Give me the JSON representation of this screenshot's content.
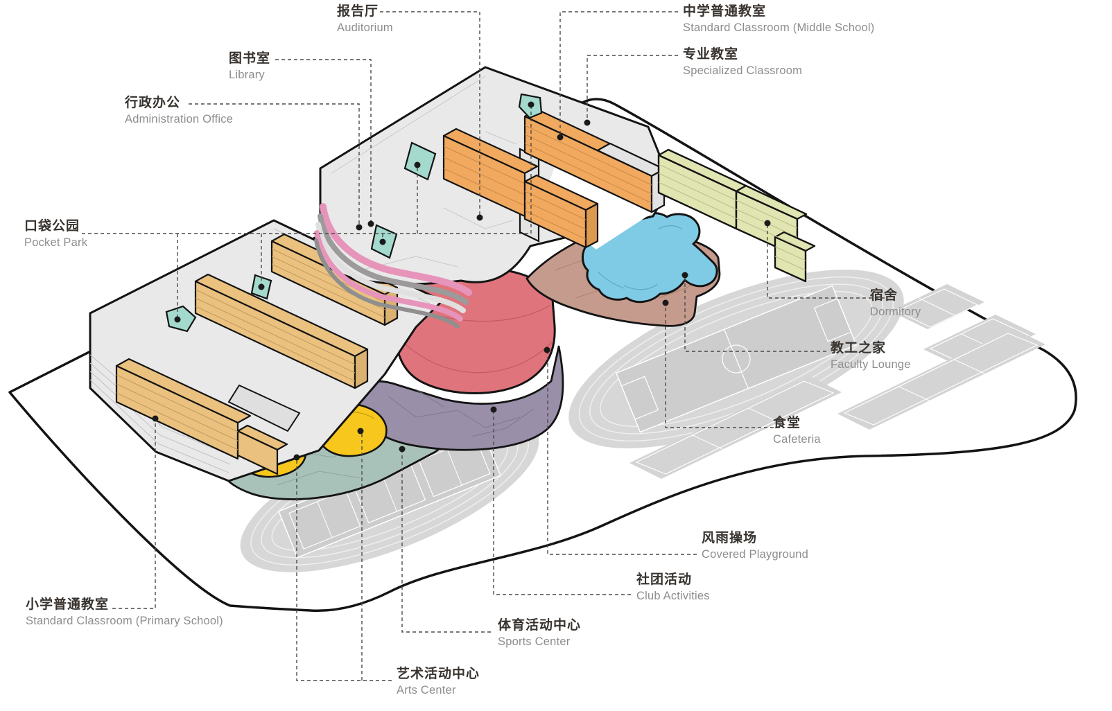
{
  "diagram": {
    "type": "axonometric campus functional diagram",
    "subject": "school campus massing with program labels (Chinese / English)"
  },
  "colors": {
    "site_outline": "#141414",
    "plinth_gray": "#e9e9e9",
    "plinth_side": "#dfdfdf",
    "ground_gray": "#d7d7d7",
    "ground_inner": "#cdcdcd",
    "classroom_orange": "#f0a95f",
    "classroom_tan": "#eac17e",
    "dormitory_green": "#e0e5b1",
    "faculty_blue": "#7fcbe5",
    "cafeteria_brown": "#c59b8d",
    "covered_playground_red": "#e0747c",
    "club_activities_purple": "#9a8fa8",
    "sports_center_sage": "#a9c2b9",
    "arts_center_yellow": "#f7c71d",
    "pocket_park_teal": "#a3dacd",
    "stripe_pink": "#e794ba",
    "stripe_gray": "#9c9a9a",
    "stripe_dark": "#8f8f8f",
    "leader_line": "#4a4a4a",
    "label_cn": "#38332f",
    "label_en": "#8d8d8d"
  },
  "labels": {
    "auditorium": {
      "cn": "报告厅",
      "en": "Auditorium"
    },
    "library": {
      "cn": "图书室",
      "en": "Library"
    },
    "administration": {
      "cn": "行政办公",
      "en": "Administration Office"
    },
    "middle_school": {
      "cn": "中学普通教室",
      "en": "Standard Classroom (Middle School)"
    },
    "specialized": {
      "cn": "专业教室",
      "en": "Specialized Classroom"
    },
    "pocket_park": {
      "cn": "口袋公园",
      "en": "Pocket Park"
    },
    "dormitory": {
      "cn": "宿舍",
      "en": "Dormitory"
    },
    "faculty_lounge": {
      "cn": "教工之家",
      "en": "Faculty Lounge"
    },
    "cafeteria": {
      "cn": "食堂",
      "en": "Cafeteria"
    },
    "covered_playground": {
      "cn": "风雨操场",
      "en": "Covered Playground"
    },
    "club_activities": {
      "cn": "社团活动",
      "en": "Club Activities"
    },
    "sports_center": {
      "cn": "体育活动中心",
      "en": "Sports Center"
    },
    "arts_center": {
      "cn": "艺术活动中心",
      "en": "Arts Center"
    },
    "primary_school": {
      "cn": "小学普通教室",
      "en": "Standard Classroom (Primary School)"
    }
  }
}
